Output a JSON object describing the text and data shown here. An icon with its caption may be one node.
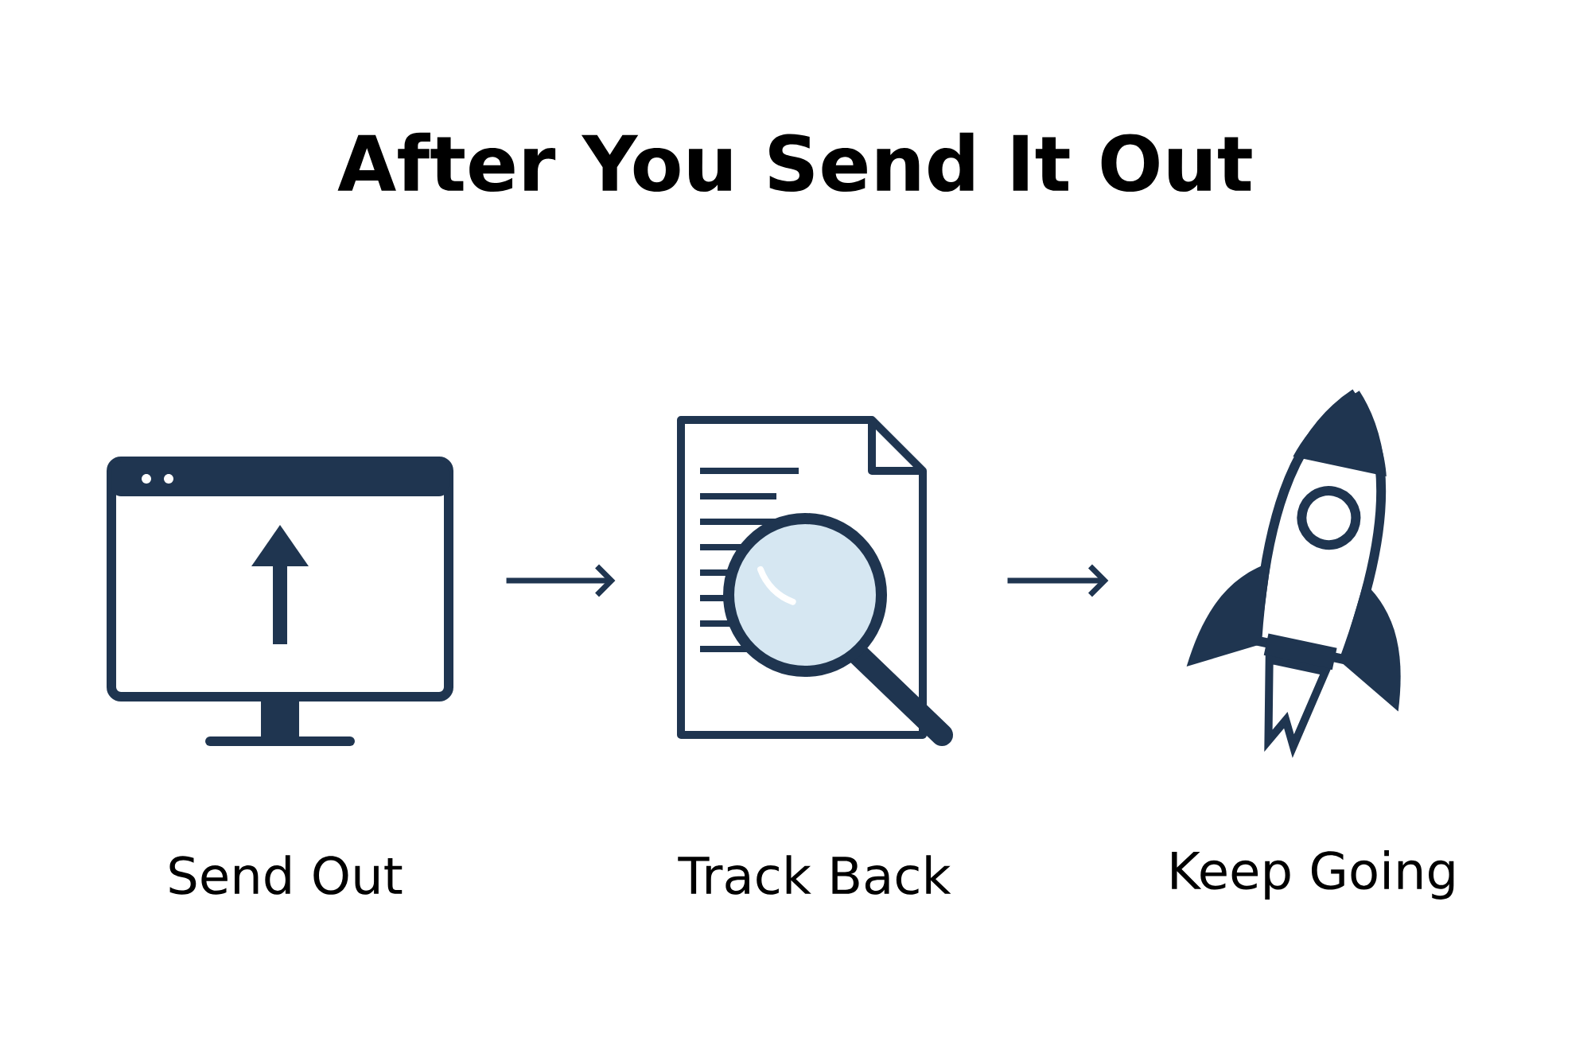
{
  "diagram": {
    "title": "After You Send It Out",
    "nodes": [
      {
        "text": [],
        "shape": "picture",
        "beside": [
          "Send Out"
        ]
      },
      {
        "text": [],
        "shape": "picture",
        "beside": [
          "Track Back"
        ]
      },
      {
        "text": [],
        "shape": "picture",
        "beside": [
          "Keep Going"
        ]
      }
    ],
    "edges": [
      {
        "from": 0,
        "to": 1,
        "arrow": "to"
      },
      {
        "from": 1,
        "to": 2,
        "arrow": "to"
      }
    ]
  }
}
